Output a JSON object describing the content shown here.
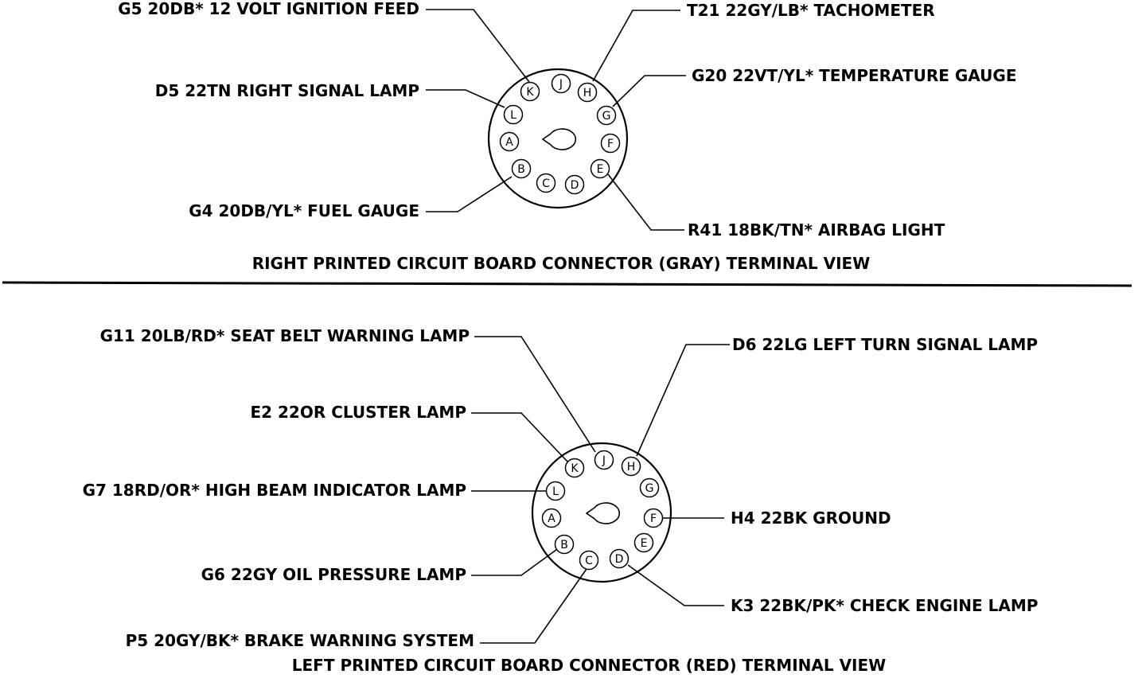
{
  "connectors": [
    {
      "caption": "RIGHT PRINTED CIRCUIT BOARD CONNECTOR (GRAY) TERMINAL VIEW",
      "pins": [
        "K",
        "J",
        "H",
        "G",
        "F",
        "E",
        "D",
        "C",
        "B",
        "A",
        "L"
      ],
      "labels": [
        {
          "pin": "K",
          "text": "G5 20DB* 12 VOLT IGNITION FEED"
        },
        {
          "pin": "L",
          "text": "D5 22TN RIGHT SIGNAL LAMP"
        },
        {
          "pin": "B",
          "text": "G4 20DB/YL* FUEL GAUGE"
        },
        {
          "pin": "H",
          "text": "T21 22GY/LB* TACHOMETER"
        },
        {
          "pin": "G",
          "text": "G20 22VT/YL* TEMPERATURE GAUGE"
        },
        {
          "pin": "E",
          "text": "R41 18BK/TN* AIRBAG LIGHT"
        }
      ]
    },
    {
      "caption": "LEFT PRINTED CIRCUIT BOARD CONNECTOR (RED) TERMINAL VIEW",
      "pins": [
        "K",
        "J",
        "H",
        "G",
        "F",
        "E",
        "D",
        "C",
        "B",
        "A",
        "L"
      ],
      "labels": [
        {
          "pin": "J",
          "text": "G11 20LB/RD* SEAT BELT WARNING LAMP"
        },
        {
          "pin": "K",
          "text": "E2 22OR CLUSTER LAMP"
        },
        {
          "pin": "L",
          "text": "G7 18RD/OR* HIGH BEAM INDICATOR LAMP"
        },
        {
          "pin": "B",
          "text": "G6 22GY OIL PRESSURE LAMP"
        },
        {
          "pin": "C",
          "text": "P5 20GY/BK* BRAKE WARNING SYSTEM"
        },
        {
          "pin": "H",
          "text": "D6 22LG LEFT TURN SIGNAL LAMP"
        },
        {
          "pin": "F",
          "text": "H4 22BK GROUND"
        },
        {
          "pin": "D",
          "text": "K3 22BK/PK* CHECK ENGINE LAMP"
        }
      ]
    }
  ]
}
